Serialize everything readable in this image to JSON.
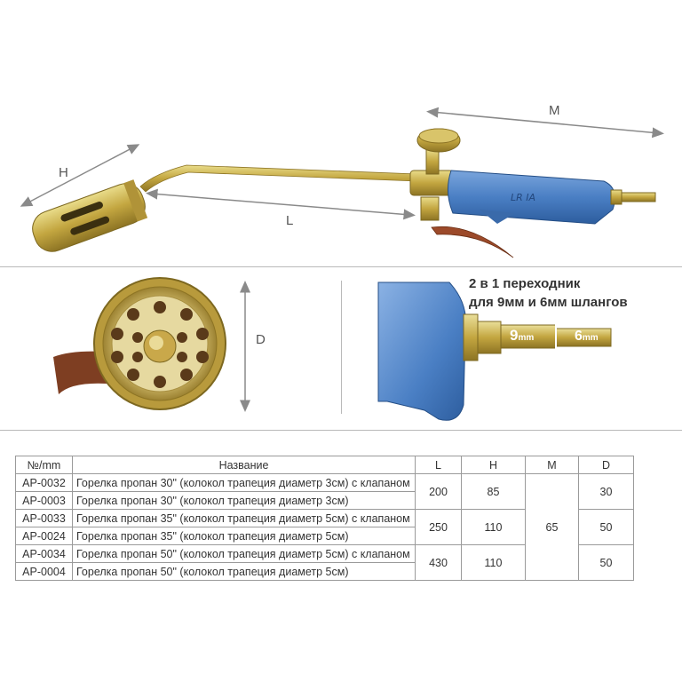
{
  "dimension_labels": {
    "h": "H",
    "l": "L",
    "m": "M",
    "d": "D"
  },
  "adapter": {
    "line1": "2 в 1 переходник",
    "line2": "для 9мм и 6мм шлангов",
    "size_large_num": "9",
    "size_large_unit": "mm",
    "size_small_num": "6",
    "size_small_unit": "mm"
  },
  "handle_marking": "LR  IA",
  "table": {
    "headers": [
      "№/mm",
      "Название",
      "L",
      "H",
      "M",
      "D"
    ],
    "rows": [
      {
        "code": "AP-0032",
        "name": "Горелка пропан 30\" (колокол трапеция диаметр 3см) с клапаном"
      },
      {
        "code": "AP-0003",
        "name": "Горелка пропан 30\" (колокол трапеция диаметр 3см)"
      },
      {
        "code": "AP-0033",
        "name": "Горелка пропан 35\" (колокол трапеция диаметр 5см) с клапаном"
      },
      {
        "code": "AP-0024",
        "name": "Горелка пропан 35\" (колокол трапеция диаметр 5см)"
      },
      {
        "code": "AP-0034",
        "name": "Горелка пропан 50\" (колокол трапеция диаметр 5см) с клапаном"
      },
      {
        "code": "AP-0004",
        "name": "Горелка пропан 50\" (колокол трапеция диаметр 5см)"
      }
    ],
    "groups": [
      {
        "L": "200",
        "H": "85",
        "D": "30"
      },
      {
        "L": "250",
        "H": "110",
        "D": "50"
      },
      {
        "L": "430",
        "H": "110",
        "D": "50"
      }
    ],
    "M": "65"
  },
  "colors": {
    "brass": "#c9b04a",
    "handle_blue": "#4a7fc4",
    "copper": "#8a4a2a",
    "arrow": "#8a8a8a"
  }
}
